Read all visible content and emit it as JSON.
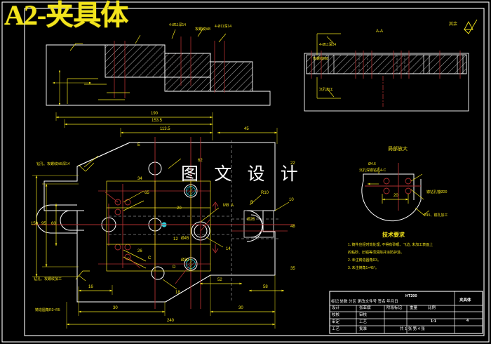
{
  "drawing": {
    "title": "A2-夹具体",
    "watermark": "图 文 设 计",
    "top_right_note": "其余",
    "section_label_top": "A-A",
    "detail_label": "局部放大",
    "tech_req_heading": "技术要求",
    "tech_req_lines": [
      "1. 铸件应经时效处理, 不得有砂眼、飞边, 未加工表面上",
      "   的粘砂、旧铝等须清除并涂防护漆。",
      "2. 未注铸造圆角R3。",
      "3. 未注倒角1×45°。"
    ],
    "left_notes": [
      "钻孔、攻螺纹M8深14",
      "钻孔、攻螺纹加工",
      "铸造圆角R3~R5"
    ],
    "detail_notes": [
      "Ø4.6",
      "沉孔深锪钻孔4-C",
      "锪钻孔镗Ø20",
      "Ø15、锪孔加工"
    ],
    "section_notes": [
      "4-Ø11深14",
      "攻螺纹M8",
      "4-Ø11深14",
      "沉孔加工"
    ],
    "dimensions_top": [
      "190",
      "153.5",
      "113.5",
      "45"
    ],
    "dimensions_bottom": [
      "16",
      "30",
      "52",
      "30",
      "58",
      "240",
      "20"
    ],
    "dimensions_left": [
      "150",
      "95",
      "60"
    ],
    "dimensions_misc": [
      "34",
      "26",
      "12",
      "20",
      "62",
      "Ø45",
      "Ø30",
      "M8",
      "14",
      "R10",
      "10",
      "22",
      "48",
      "35",
      "65",
      "18",
      "Ø25"
    ],
    "view_markers": [
      "A",
      "B",
      "C",
      "D",
      "E"
    ]
  },
  "title_block": {
    "material": "HT200",
    "scale_label": "比例",
    "scale_value": "1:1",
    "weight_label": "重量",
    "stage_label": "阶段标记",
    "sheet_text": "共 1 张  第 4 张",
    "header_row": "标记 处数 分区 更改文件号 签名  年月日",
    "rows": [
      {
        "c1": "设计",
        "c2": "张亚斌"
      },
      {
        "c1": "校核",
        "c2": "审核"
      },
      {
        "c1": "审定",
        "c2": "工艺"
      },
      {
        "c1": "工艺",
        "c2": "批准"
      }
    ],
    "part_name": "夹具体",
    "part_count": "4"
  },
  "colors": {
    "background": "#000000",
    "frame": "#ffffff",
    "geometry": "#ffffff",
    "dimension": "#f2e41c",
    "centerline": "#b03030",
    "hidden": "#8a8a8a",
    "detail_fill": "#2bd2e0",
    "title": "#f2e41c"
  }
}
